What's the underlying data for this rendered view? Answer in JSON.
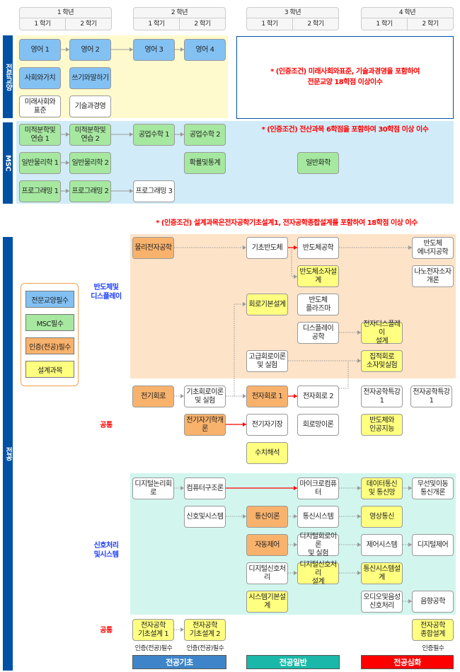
{
  "header": {
    "years": [
      "1 학년",
      "2 학년",
      "3 학년",
      "4 학년"
    ],
    "semesters": [
      "1 학기",
      "2 학기"
    ]
  },
  "sections": {
    "general": "전문교양",
    "msc": "MSC",
    "major": "전공"
  },
  "notes": {
    "general": "* (인증조건) 미래사회와표준, 기술과경영을 포함하여\n전문교양 18학점 이상이수",
    "msc": "* (인증조건) 전산과목 6학점을 포함하여 30학점 이상 이수",
    "major": "* (인증조건) 설계과목은전자공학기초설계1, 전자공학종합설계를 포함하여 18학점 이상 이수"
  },
  "legend": [
    "전문교양필수",
    "MSC필수",
    "인증(전공)필수",
    "설계과목"
  ],
  "tracks": {
    "semi": "반도체및\n디스플레이",
    "common1": "공통",
    "signal": "신호처리\n및시스템",
    "common2": "공통"
  },
  "courses": [
    {
      "label": "영어 1",
      "kind": "blue"
    },
    {
      "label": "영어 2",
      "kind": "blue"
    },
    {
      "label": "영어 3",
      "kind": "blue"
    },
    {
      "label": "영어 4",
      "kind": "blue"
    },
    {
      "label": "사회와가치",
      "kind": "blue"
    },
    {
      "label": "쓰기와말하기",
      "kind": "blue"
    },
    {
      "label": "미래사회와\n표준",
      "kind": "white"
    },
    {
      "label": "기술과경영",
      "kind": "white"
    },
    {
      "label": "미적분학및\n연습 1",
      "kind": "green"
    },
    {
      "label": "미적분학및\n연습 2",
      "kind": "green"
    },
    {
      "label": "공업수학 1",
      "kind": "green"
    },
    {
      "label": "공업수학 2",
      "kind": "green"
    },
    {
      "label": "일반물리학 1",
      "kind": "green"
    },
    {
      "label": "일반물리학 2",
      "kind": "green"
    },
    {
      "label": "확률및통계",
      "kind": "green"
    },
    {
      "label": "일반화학",
      "kind": "green"
    },
    {
      "label": "프로그래밍 1",
      "kind": "green"
    },
    {
      "label": "프로그래밍 2",
      "kind": "green"
    },
    {
      "label": "프로그래밍 3",
      "kind": "white"
    },
    {
      "label": "물리전자공학",
      "kind": "orange"
    },
    {
      "label": "기초반도체",
      "kind": "white"
    },
    {
      "label": "반도체공학",
      "kind": "white"
    },
    {
      "label": "반도체\n에너지공학",
      "kind": "white"
    },
    {
      "label": "반도체소자설계",
      "kind": "yellow"
    },
    {
      "label": "나노전자소자\n개론",
      "kind": "white"
    },
    {
      "label": "회로기본설계",
      "kind": "yellow"
    },
    {
      "label": "반도체\n플라즈마",
      "kind": "white"
    },
    {
      "label": "디스플레이\n공학",
      "kind": "white"
    },
    {
      "label": "전자디스플레이\n설계",
      "kind": "yellow"
    },
    {
      "label": "고급회로이론\n및 실험",
      "kind": "white"
    },
    {
      "label": "집적회로\n소자및실험",
      "kind": "yellow"
    },
    {
      "label": "전기회로",
      "kind": "orange"
    },
    {
      "label": "기초회로이론\n및 실험",
      "kind": "white"
    },
    {
      "label": "전자회로 1",
      "kind": "orange"
    },
    {
      "label": "전자회로 2",
      "kind": "white"
    },
    {
      "label": "전자공학특강1",
      "kind": "white"
    },
    {
      "label": "전자공학특강1",
      "kind": "white"
    },
    {
      "label": "전기자기학개론",
      "kind": "orange"
    },
    {
      "label": "전기자기장",
      "kind": "white"
    },
    {
      "label": "회로망이론",
      "kind": "white"
    },
    {
      "label": "반도체와\n인공지능",
      "kind": "yellow"
    },
    {
      "label": "수치해석",
      "kind": "yellow"
    },
    {
      "label": "디지털논리회로",
      "kind": "white"
    },
    {
      "label": "컴퓨터구조론",
      "kind": "white"
    },
    {
      "label": "마이크로컴퓨터",
      "kind": "white"
    },
    {
      "label": "데이터통신\n및 통신망",
      "kind": "yellow"
    },
    {
      "label": "무선및이동\n통신개론",
      "kind": "white"
    },
    {
      "label": "신호및시스템",
      "kind": "white"
    },
    {
      "label": "통신이론",
      "kind": "orange"
    },
    {
      "label": "통신시스템",
      "kind": "white"
    },
    {
      "label": "영상통신",
      "kind": "yellow"
    },
    {
      "label": "자동제어",
      "kind": "orange"
    },
    {
      "label": "디지털회로이론\n및 실험",
      "kind": "white"
    },
    {
      "label": "제어시스템",
      "kind": "white"
    },
    {
      "label": "디지털제어",
      "kind": "white"
    },
    {
      "label": "디지털신호처리",
      "kind": "white"
    },
    {
      "label": "디지털신호처리\n설계",
      "kind": "yellow"
    },
    {
      "label": "통신시스템설계",
      "kind": "yellow"
    },
    {
      "label": "시스템기본설계",
      "kind": "yellow"
    },
    {
      "label": "오디오및음성\n신호처리",
      "kind": "white"
    },
    {
      "label": "음향공학",
      "kind": "white"
    },
    {
      "label": "전자공학\n기초설계 1",
      "kind": "yellow"
    },
    {
      "label": "전자공학\n기초설계 2",
      "kind": "yellow"
    },
    {
      "label": "전자공학\n종합설계",
      "kind": "yellow"
    }
  ],
  "requirements": [
    "인증(전공)필수",
    "인증(전공)필수",
    "인증필수"
  ],
  "footer": [
    "전공기초",
    "전공일반",
    "전공심화"
  ],
  "colors": {
    "blue": "#83c1f3",
    "green": "#a6e8a0",
    "orange": "#f8b26c",
    "yellow": "#ffff80",
    "navy": "#0050a4",
    "teal": "#1ab8a8",
    "red": "#ff0000",
    "footblue": "#3d85c8"
  }
}
